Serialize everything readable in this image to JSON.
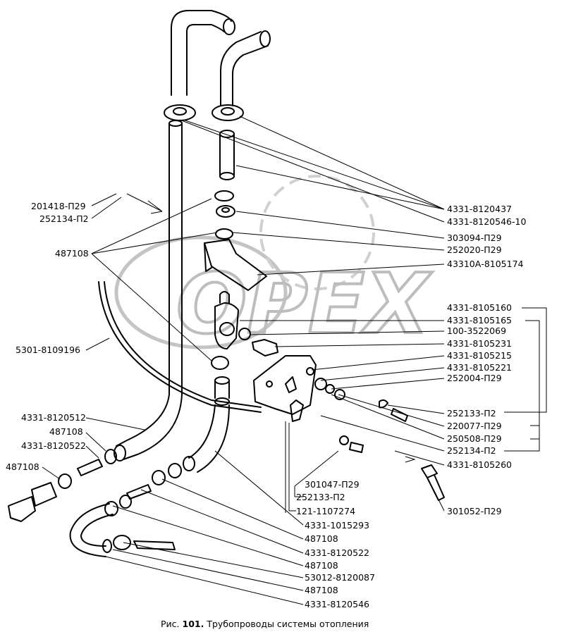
{
  "watermark": "OPEX",
  "caption": {
    "prefix": "Рис.",
    "number": "101.",
    "title": "Трубопроводы системы отопления"
  },
  "labels": {
    "l201418": "201418-П29",
    "l252134a": "252134-П2",
    "l487108a": "487108",
    "l5301": "5301-8109196",
    "l4331_8120512": "4331-8120512",
    "l487108b": "487108",
    "l4331_8120522a": "4331-8120522",
    "l487108c": "487108",
    "l4331_8120437": "4331-8120437",
    "l4331_8120546_10": "4331-8120546-10",
    "l303094": "303094-П29",
    "l252020": "252020-П29",
    "l43310A": "43310А-8105174",
    "l4331_8105160": "4331-8105160",
    "l4331_8105165": "4331-8105165",
    "l100_3522069": "100-3522069",
    "l4331_8105231": "4331-8105231",
    "l4331_8105215": "4331-8105215",
    "l4331_8105221": "4331-8105221",
    "l252004": "252004-П29",
    "l252133a": "252133-П2",
    "l220077": "220077-П29",
    "l250508": "250508-П29",
    "l252134b": "252134-П2",
    "l4331_8105260": "4331-8105260",
    "l301047": "301047-П29",
    "l252133b": "252133-П2",
    "l121_1107274": "121-1107274",
    "l301052": "301052-П29",
    "l4331_1015293": "4331-1015293",
    "l487108d": "487108",
    "l4331_8120522b": "4331-8120522",
    "l487108e": "487108",
    "l53012": "53012-8120087",
    "l487108f": "487108",
    "l4331_8120546": "4331-8120546"
  }
}
